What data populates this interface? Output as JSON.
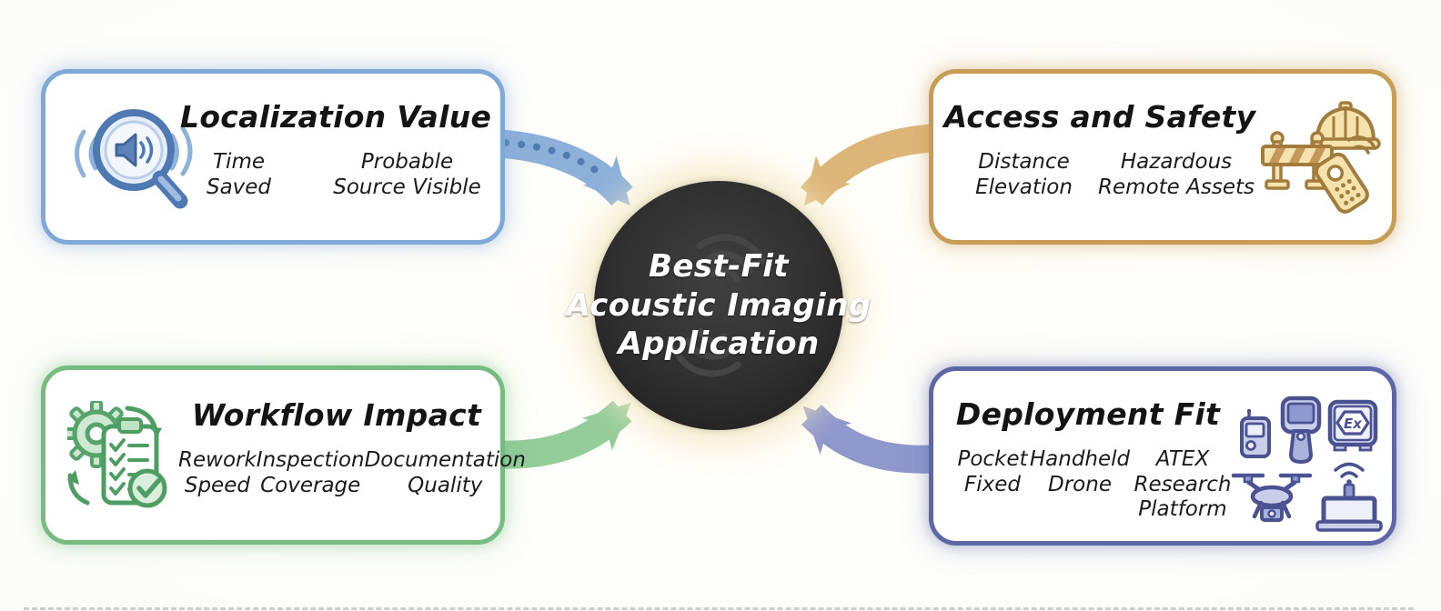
{
  "diagram": {
    "type": "hub-and-spoke decision diagram",
    "background": "#fdfdfb"
  },
  "center": {
    "lines": [
      "Best-Fit",
      "Acoustic Imaging",
      "Application"
    ],
    "fill": "#2c2c2c",
    "glow_color": "#f3e7c3",
    "wave_icon": "sonar-waves-icon",
    "text_color": "#ffffff"
  },
  "boxes": {
    "localization": {
      "title": "Localization Value",
      "accent": "#7ea8d6",
      "items": [
        [
          "Time",
          "Saved"
        ],
        [
          "Probable",
          "Source Visible"
        ]
      ],
      "icon": "audio-search-icon",
      "arrow": {
        "color": "#8db0d9",
        "dot_color": "#4f7cb1",
        "style": "dotted-curve",
        "direction": "to-center"
      }
    },
    "access": {
      "title": "Access and Safety",
      "accent": "#c79d56",
      "items": [
        [
          "Distance",
          "Elevation"
        ],
        [
          "Hazardous",
          "Remote Assets"
        ]
      ],
      "icons": [
        "hard-hat-icon",
        "traffic-barrier-icon",
        "remote-control-icon"
      ],
      "arrow": {
        "color": "#dcb679",
        "style": "solid-curve",
        "direction": "to-center"
      }
    },
    "workflow": {
      "title": "Workflow Impact",
      "accent": "#76bc81",
      "items": [
        [
          "Rework",
          "Speed"
        ],
        [
          "Inspection",
          "Coverage"
        ],
        [
          "Documentation",
          "Quality"
        ]
      ],
      "icon": "gear-checklist-icon",
      "arrow": {
        "color": "#94cc9a",
        "style": "solid-curve",
        "direction": "to-center"
      }
    },
    "deployment": {
      "title": "Deployment Fit",
      "accent": "#5d67a6",
      "items": [
        [
          "Pocket",
          "Fixed"
        ],
        [
          "Handheld",
          "Drone"
        ],
        [
          "ATEX",
          "Research",
          "Platform"
        ]
      ],
      "icons": [
        "pocket-device-icon",
        "handheld-camera-icon",
        "atex-enclosure-icon",
        "drone-icon",
        "wireless-laptop-icon"
      ],
      "atex_label": "Ex",
      "arrow": {
        "color": "#8f98cc",
        "style": "solid-curve",
        "direction": "to-center"
      }
    }
  }
}
